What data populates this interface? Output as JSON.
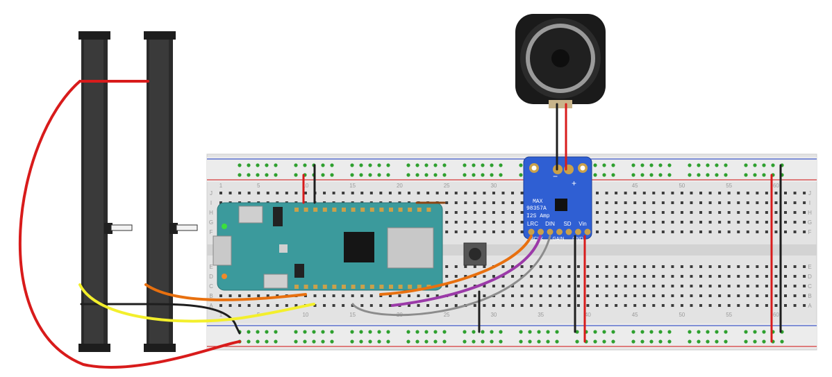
{
  "breadboard": {
    "column_numbers": [
      "1",
      "5",
      "10",
      "15",
      "20",
      "25",
      "30",
      "35",
      "40",
      "45",
      "50",
      "55",
      "60"
    ],
    "row_letters_top": [
      "J",
      "I",
      "H",
      "G",
      "F"
    ],
    "row_letters_bottom": [
      "E",
      "D",
      "C",
      "B",
      "A"
    ]
  },
  "amp_board": {
    "labels": [
      "MAX",
      "98357A",
      "I2S Amp"
    ],
    "top_pins": [
      "LRC",
      "DIN",
      "SD",
      "Vin"
    ],
    "bottom_pins": [
      "BCLK",
      "GAIN",
      "GND"
    ],
    "plus_symbol": "+",
    "minus_symbol": "−"
  },
  "colors": {
    "arduino_board": "#3b9a9c",
    "amp_board": "#2f5fd3",
    "wire_red": "#d81b1b",
    "wire_black": "#1e1e1e",
    "wire_orange": "#e8700f",
    "wire_yellow": "#f3ef2c",
    "wire_purple": "#9b3aa8",
    "wire_gray": "#8c8c8c",
    "breadboard_body": "#e4e4e4",
    "rail_red": "#d53a3a",
    "rail_blue": "#3f59c8"
  }
}
